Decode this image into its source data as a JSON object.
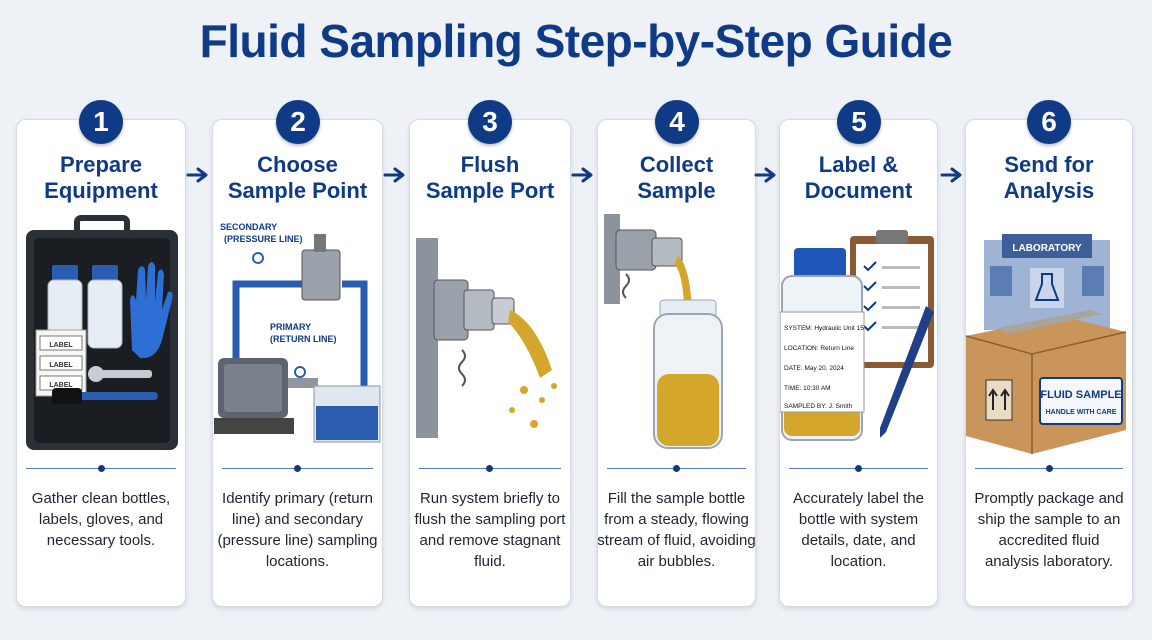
{
  "title": "Fluid Sampling Step-by-Step Guide",
  "colors": {
    "primary": "#0f3a86",
    "accent": "#2a5db0",
    "fluid": "#d4a72c"
  },
  "steps": [
    {
      "number": "1",
      "title_line1": "Prepare",
      "title_line2": "Equipment",
      "desc_lines": [
        "Gather clean bottles,",
        "labels, gloves, and",
        "necessary tools."
      ],
      "illustration": {
        "label_text": "LABEL"
      }
    },
    {
      "number": "2",
      "title_line1": "Choose",
      "title_line2": "Sample Point",
      "desc_lines": [
        "Identify primary (return",
        "line) and secondary",
        "(pressure line) sampling",
        "locations."
      ],
      "illustration": {
        "secondary_line1": "SECONDARY",
        "secondary_line2": "(PRESSURE LINE)",
        "primary_line1": "PRIMARY",
        "primary_line2": "(RETURN LINE)"
      }
    },
    {
      "number": "3",
      "title_line1": "Flush",
      "title_line2": "Sample Port",
      "desc_lines": [
        "Run system briefly to",
        "flush the sampling port",
        "and remove stagnant",
        "fluid."
      ]
    },
    {
      "number": "4",
      "title_line1": "Collect",
      "title_line2": "Sample",
      "desc_lines": [
        "Fill the sample bottle",
        "from a steady, flowing",
        "stream of fluid, avoiding",
        "air bubbles."
      ]
    },
    {
      "number": "5",
      "title_line1": "Label &",
      "title_line2": "Document",
      "desc_lines": [
        "Accurately label the",
        "bottle with system",
        "details, date, and",
        "location."
      ],
      "illustration": {
        "system": "SYSTEM:  Hydraulic Unit 15",
        "location": "LOCATION:  Return Line",
        "date": "DATE:     May 20, 2024",
        "time": "TIME:     10:30 AM",
        "sampled_by": "SAMPLED BY:   J. Smith"
      }
    },
    {
      "number": "6",
      "title_line1": "Send for",
      "title_line2": "Analysis",
      "desc_lines": [
        "Promptly package and",
        "ship the sample to an",
        "accredited fluid",
        "analysis laboratory."
      ],
      "illustration": {
        "lab_sign": "LABORATORY",
        "box_line1": "FLUID SAMPLE",
        "box_line2": "HANDLE WITH CARE"
      }
    }
  ]
}
